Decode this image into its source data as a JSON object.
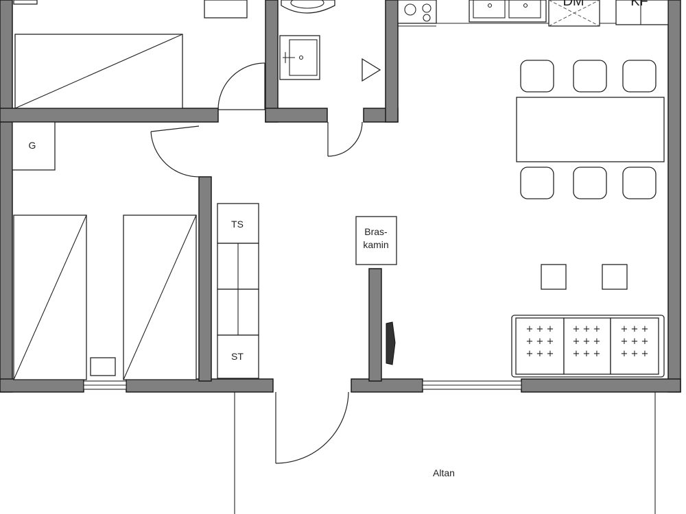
{
  "labels": {
    "g": "G",
    "ts": "TS",
    "st": "ST",
    "bras_line1": "Bras-",
    "bras_line2": "kamin",
    "altan": "Altan",
    "dm": "DM",
    "kf": "KF"
  }
}
